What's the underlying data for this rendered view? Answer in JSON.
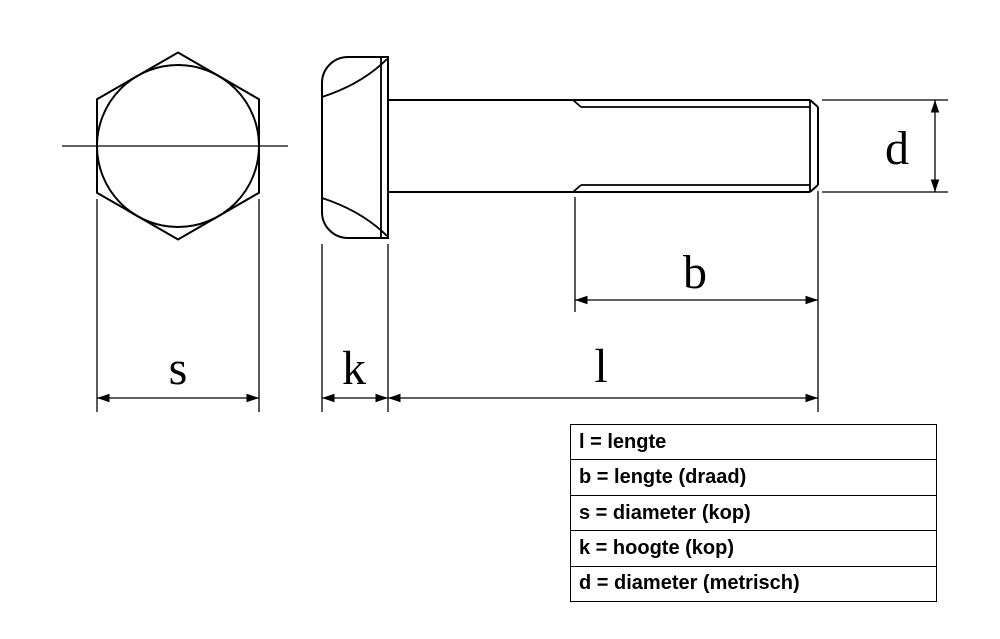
{
  "diagram_title": "hex-bolt-dimension-diagram",
  "colors": {
    "line": "#000000",
    "background": "#ffffff"
  },
  "dimensions": {
    "s": "s",
    "k": "k",
    "l": "l",
    "b": "b",
    "d": "d"
  },
  "legend": {
    "items": [
      "l = lengte",
      "b = lengte (draad)",
      "s = diameter (kop)",
      "k = hoogte (kop)",
      "d = diameter (metrisch)"
    ]
  }
}
